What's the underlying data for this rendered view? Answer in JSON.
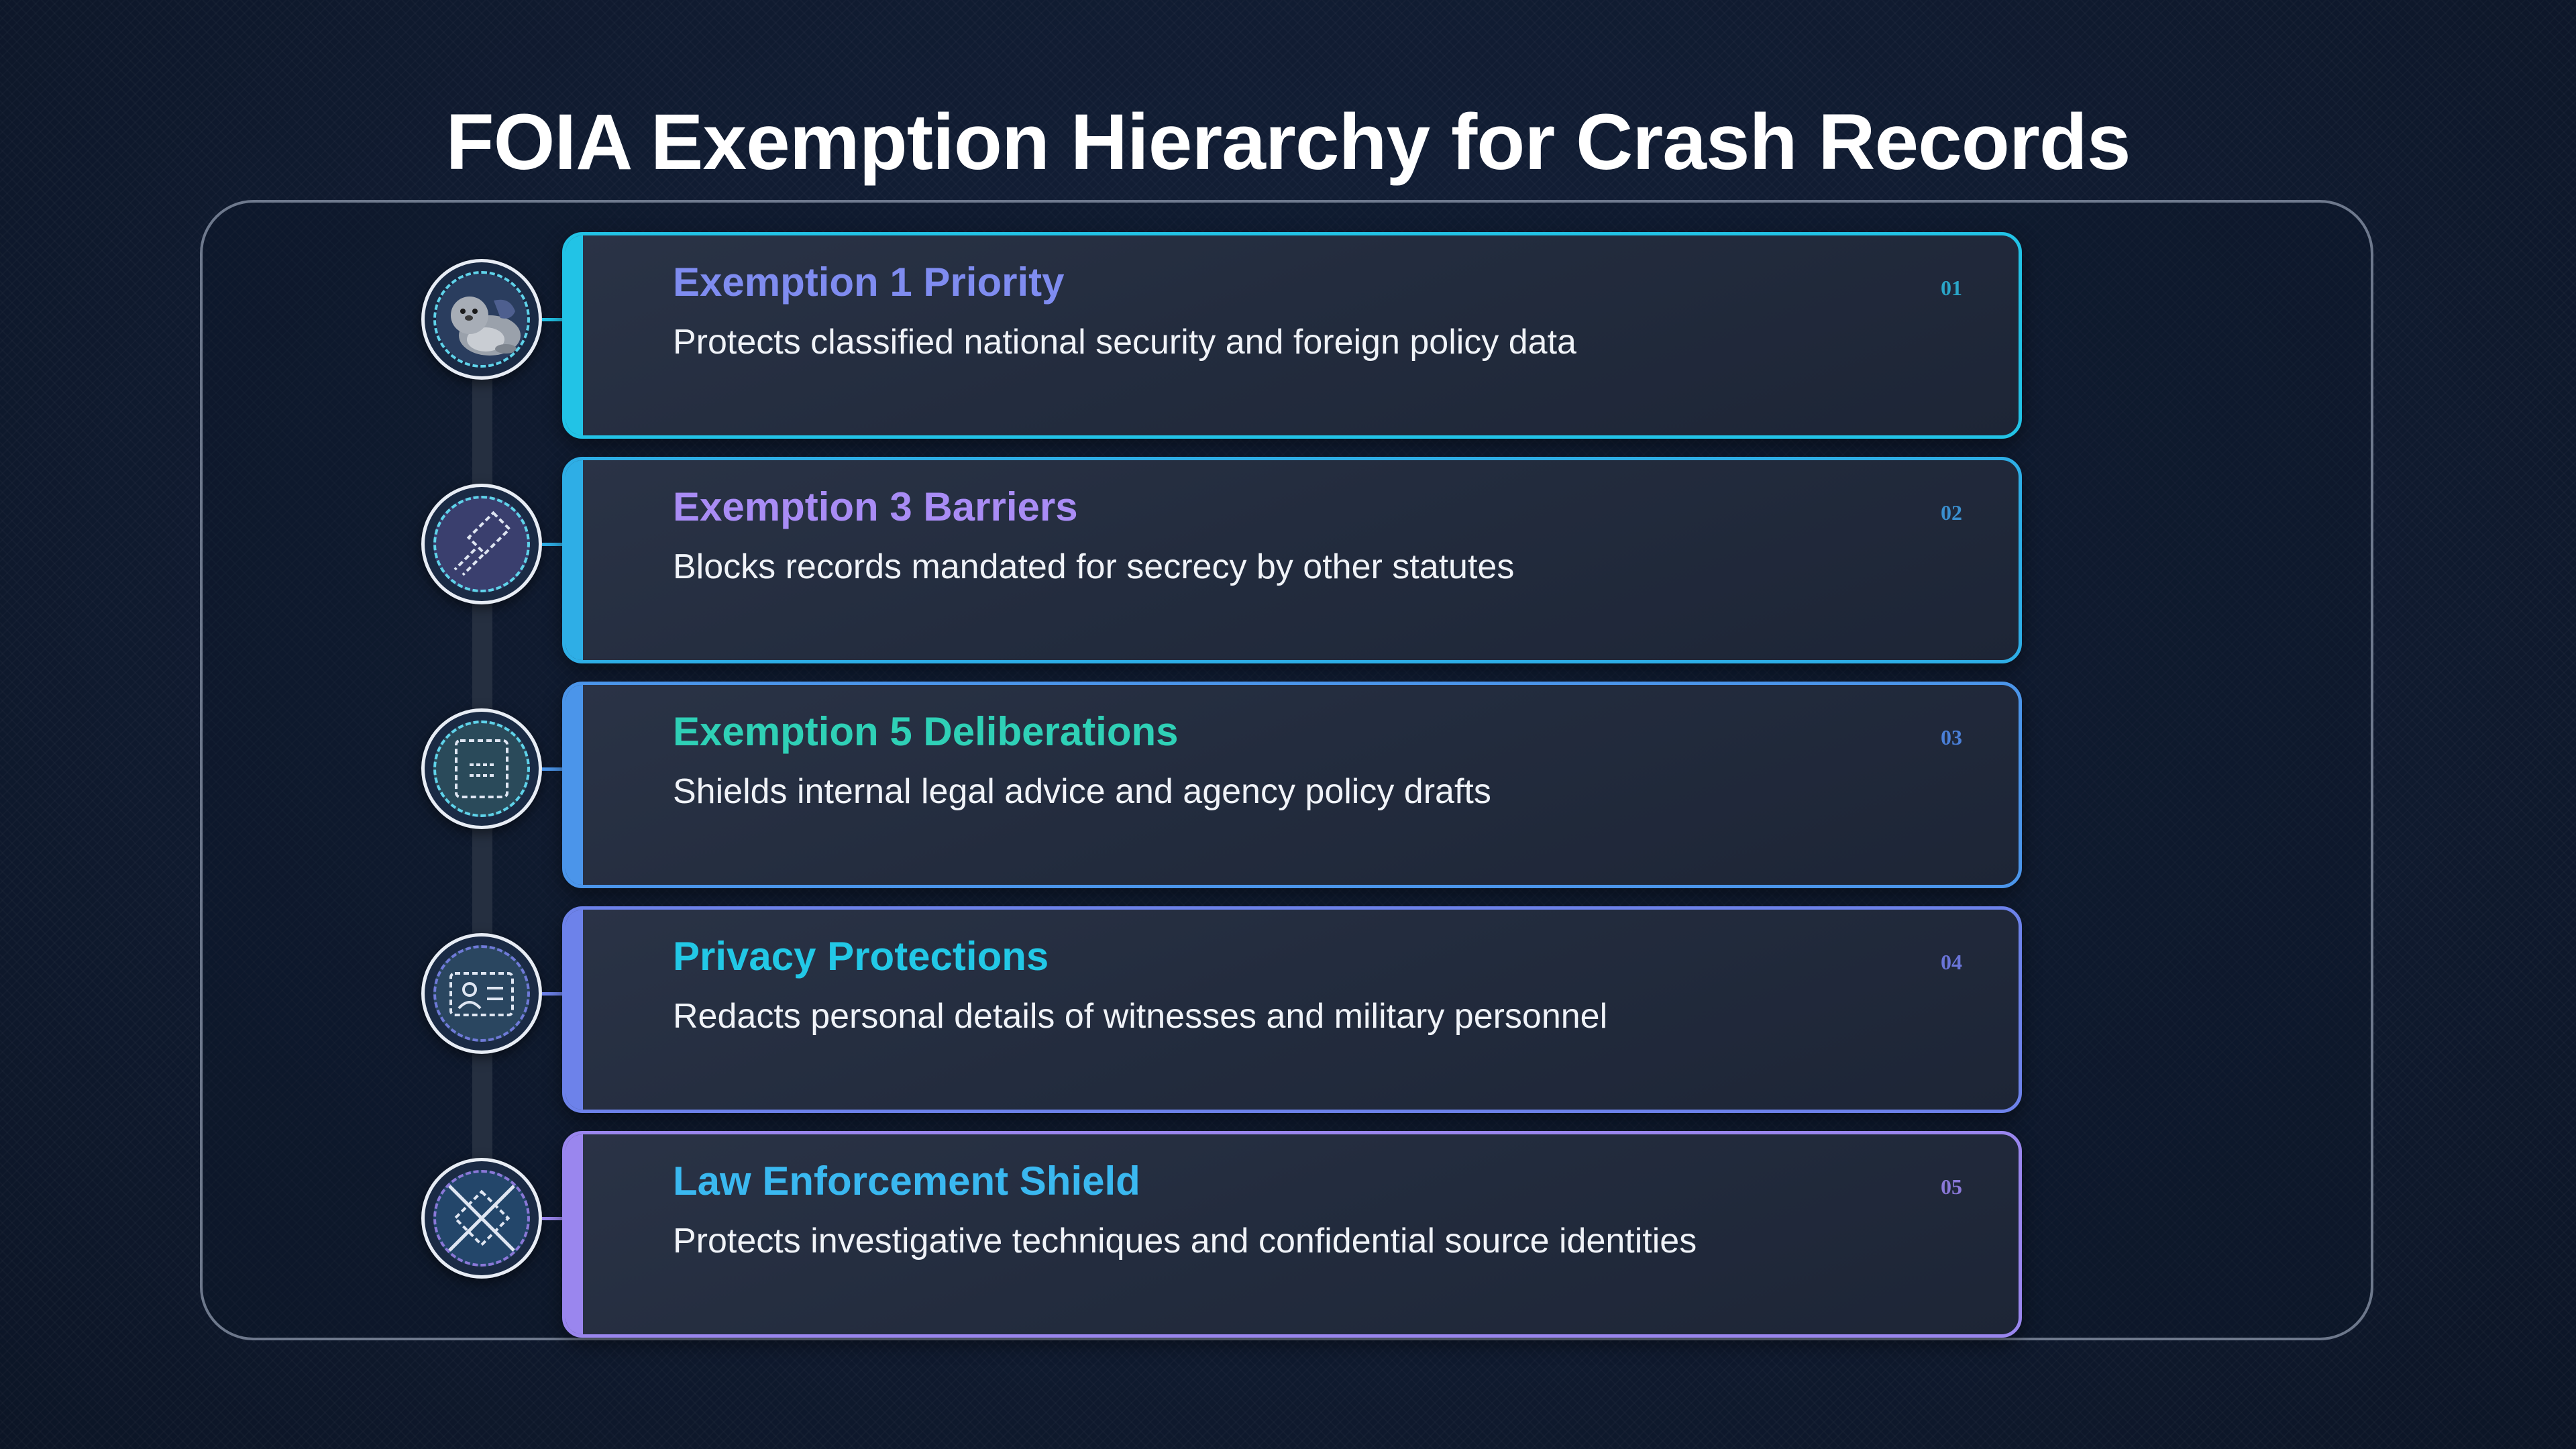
{
  "title": "FOIA Exemption Hierarchy for Crash Records",
  "items": [
    {
      "heading": "Exemption 1 Priority",
      "description": "Protects classified national security and foreign policy data",
      "number": "01",
      "icon": "seal-mascot-icon",
      "heading_color": "#7f8cf0",
      "border_color": "#22c3e6",
      "number_color": "#2aa6c8"
    },
    {
      "heading": "Exemption 3 Barriers",
      "description": "Blocks records mandated for secrecy by other statutes",
      "number": "02",
      "icon": "gavel-icon",
      "heading_color": "#a98cf5",
      "border_color": "#2eaee6",
      "number_color": "#3a8fcf"
    },
    {
      "heading": "Exemption 5 Deliberations",
      "description": "Shields internal legal advice and agency policy drafts",
      "number": "03",
      "icon": "document-icon",
      "heading_color": "#2fd0b6",
      "border_color": "#4b95ea",
      "number_color": "#4a7fd8"
    },
    {
      "heading": "Privacy Protections",
      "description": "Redacts personal details of witnesses and military personnel",
      "number": "04",
      "icon": "id-card-icon",
      "heading_color": "#22c8e6",
      "border_color": "#6d82ea",
      "number_color": "#6a74d8"
    },
    {
      "heading": "Law Enforcement Shield",
      "description": "Protects investigative techniques and confidential source identities",
      "number": "05",
      "icon": "crossed-badge-icon",
      "heading_color": "#3ab8f0",
      "border_color": "#9a86ee",
      "number_color": "#8a78d8"
    }
  ]
}
